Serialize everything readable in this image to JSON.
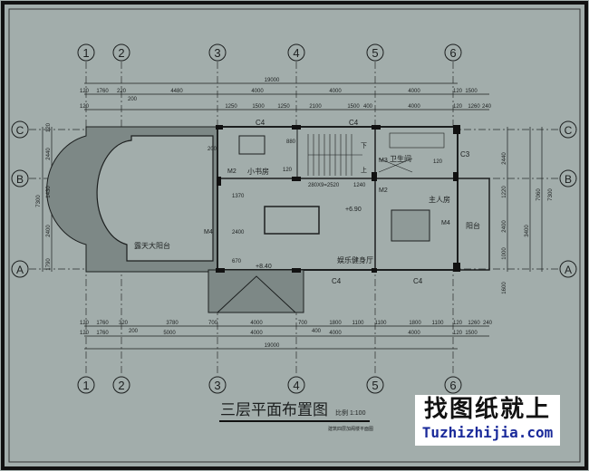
{
  "drawing": {
    "title": "三层平面布置图",
    "scale": "比例 1:100",
    "subtitle": "建筑四层加阁楼平面图",
    "axes_columns": [
      "1",
      "2",
      "3",
      "4",
      "5",
      "6"
    ],
    "axes_rows": [
      "C",
      "B",
      "A"
    ],
    "rooms": {
      "terrace": "露天大阳台",
      "study": "小书房",
      "bathroom": "卫生间",
      "master_bedroom": "主人房",
      "balcony": "阳台",
      "gym_hall": "娱乐健身厅"
    },
    "tags": {
      "window_top1": "C4",
      "window_top2": "C4",
      "window_bot1": "C4",
      "window_bot2": "C4",
      "window_right": "C3",
      "door_study": "M2",
      "door_bed": "M2",
      "door_bath": "M3",
      "door_hall": "M4",
      "door_bed_balcony": "M4",
      "elev_hall": "+6.90",
      "elev_stair": "+8.40",
      "stair_down": "下",
      "stair_up": "上",
      "stair_dim": "280X9=2520",
      "stair_dim2": "1240",
      "w880": "880",
      "w120a": "120",
      "w120b": "120",
      "v200": "200",
      "v1370": "1370",
      "v2400": "2400",
      "v670": "670"
    },
    "dims_top": {
      "row1": [
        "19000"
      ],
      "row2": [
        "120",
        "1760",
        "220",
        "200",
        "4480",
        "4000",
        "4000",
        "4000",
        "120",
        "1500"
      ],
      "row3": [
        "120",
        "1250",
        "1500",
        "1250",
        "2100",
        "1500",
        "400",
        "4000",
        "120",
        "1260",
        "240"
      ]
    },
    "dims_bottom": {
      "row1": [
        "120",
        "1760",
        "320",
        "200",
        "3780",
        "700",
        "4000",
        "700",
        "400",
        "1800",
        "1100",
        "1100",
        "1800",
        "1100",
        "120",
        "1260",
        "240"
      ],
      "row2": [
        "120",
        "1760",
        "5000",
        "4000",
        "4000",
        "4000",
        "120",
        "1500"
      ],
      "row3": [
        "19000"
      ]
    },
    "dims_left": [
      "120",
      "2440",
      "1430",
      "2400",
      "1790",
      "7300"
    ],
    "dims_right": [
      "2440",
      "1220",
      "2400",
      "1000",
      "1600",
      "3400",
      "7060",
      "7300"
    ]
  },
  "watermark": {
    "cn": "找图纸就上",
    "en": "Tuzhizhijia.com"
  },
  "colors": {
    "background": "#a2adab",
    "line": "#1c1f1f",
    "brand_blue": "#1a2a9a"
  }
}
